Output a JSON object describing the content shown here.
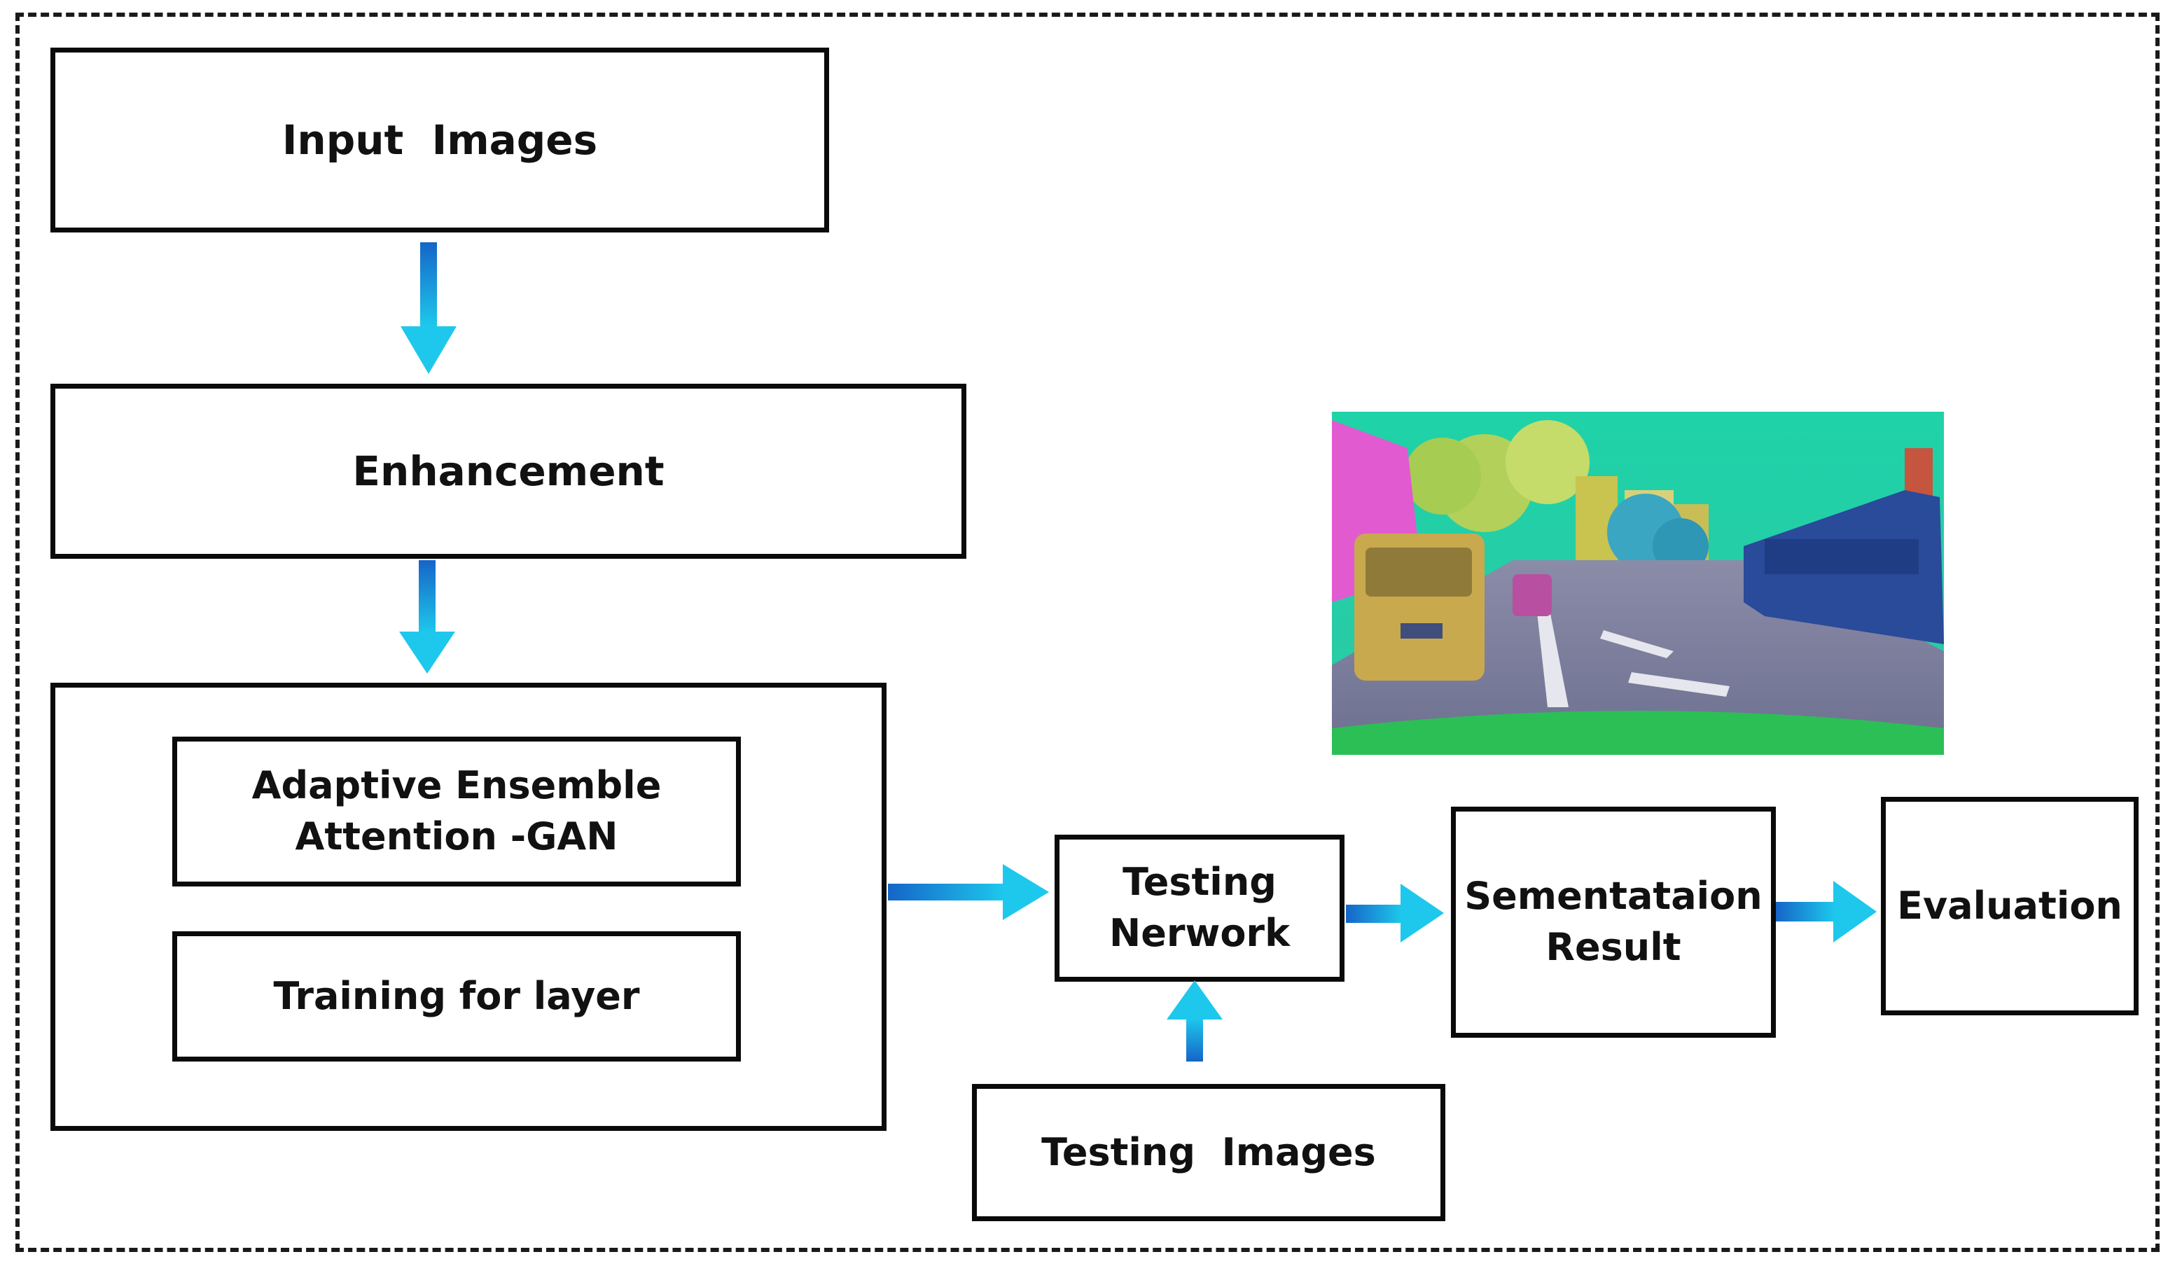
{
  "diagram": {
    "nodes": {
      "input_images": "Input  Images",
      "enhancement": "Enhancement",
      "ensemble_gan_line1": "Adaptive Ensemble",
      "ensemble_gan_line2": "Attention -GAN",
      "training_layer": "Training for layer",
      "testing_network_line1": "Testing",
      "testing_network_line2": "Nerwork",
      "segmentation_result_line1": "Sementataion",
      "segmentation_result_line2": "Result",
      "evaluation": "Evaluation",
      "testing_images": "Testing  Images"
    },
    "edges": [
      {
        "from": "Input  Images",
        "to": "Enhancement"
      },
      {
        "from": "Enhancement",
        "to": "Adaptive Ensemble Attention -GAN"
      },
      {
        "from": "Adaptive Ensemble Attention -GAN",
        "to": "Testing Nerwork"
      },
      {
        "from": "Testing  Images",
        "to": "Testing Nerwork"
      },
      {
        "from": "Testing Nerwork",
        "to": "Sementataion Result"
      },
      {
        "from": "Sementataion Result",
        "to": "Evaluation"
      }
    ],
    "colors": {
      "arrow_dark": "#1565c8",
      "arrow_light": "#1ec8ec",
      "border": "#0a0a0a"
    }
  }
}
